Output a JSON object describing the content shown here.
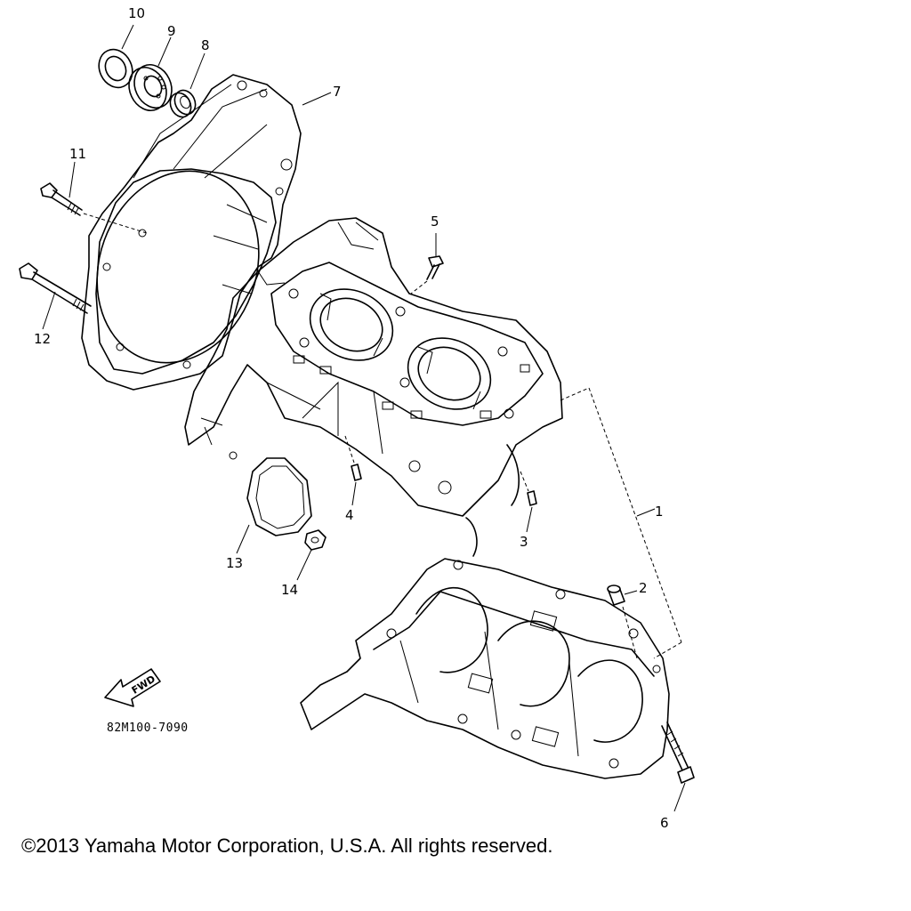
{
  "callouts": [
    "1",
    "2",
    "3",
    "4",
    "5",
    "6",
    "7",
    "8",
    "9",
    "10",
    "11",
    "12",
    "13",
    "14"
  ],
  "diagram_code": "82M100-7090",
  "fwd_label": "FWD",
  "copyright": "©2013 Yamaha Motor Corporation, U.S.A. All rights reserved."
}
